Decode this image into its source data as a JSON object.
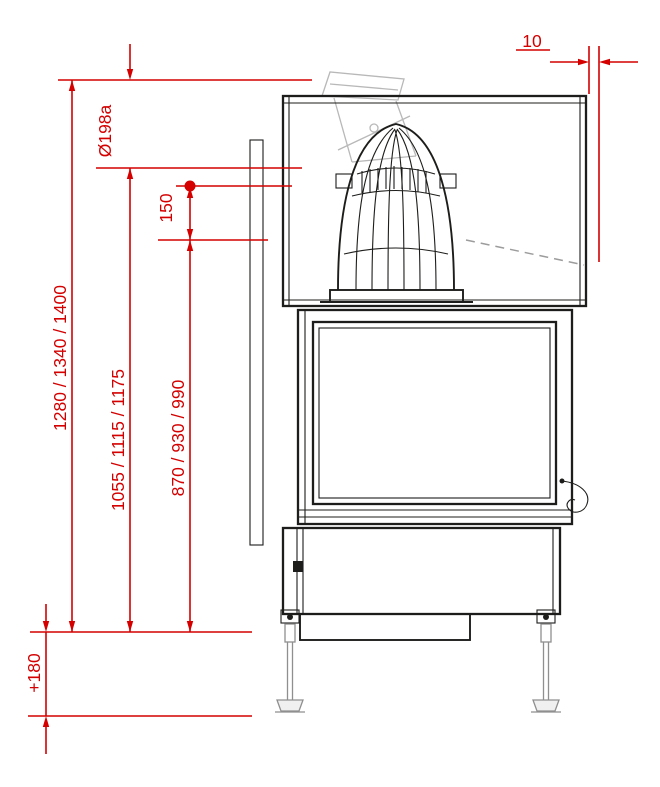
{
  "drawing": {
    "title": "fireplace-side-elevation-dimension-drawing",
    "colors": {
      "dimension_red": "#d40000",
      "line_black": "#1d1d1b",
      "ghost_gray": "#b8b8b8",
      "hidden_gray": "#9c9c9c",
      "foot_gray": "#8f8f8f"
    },
    "labels": {
      "gap_top": "10",
      "flue_diameter": "Ø198a",
      "flue_axis_offset": "150",
      "height_total": "1280 / 1340 / 1400",
      "height_upper": "1055 / 1115 / 1175",
      "height_axis": "870 / 930 / 990",
      "plinth": "+180"
    }
  }
}
